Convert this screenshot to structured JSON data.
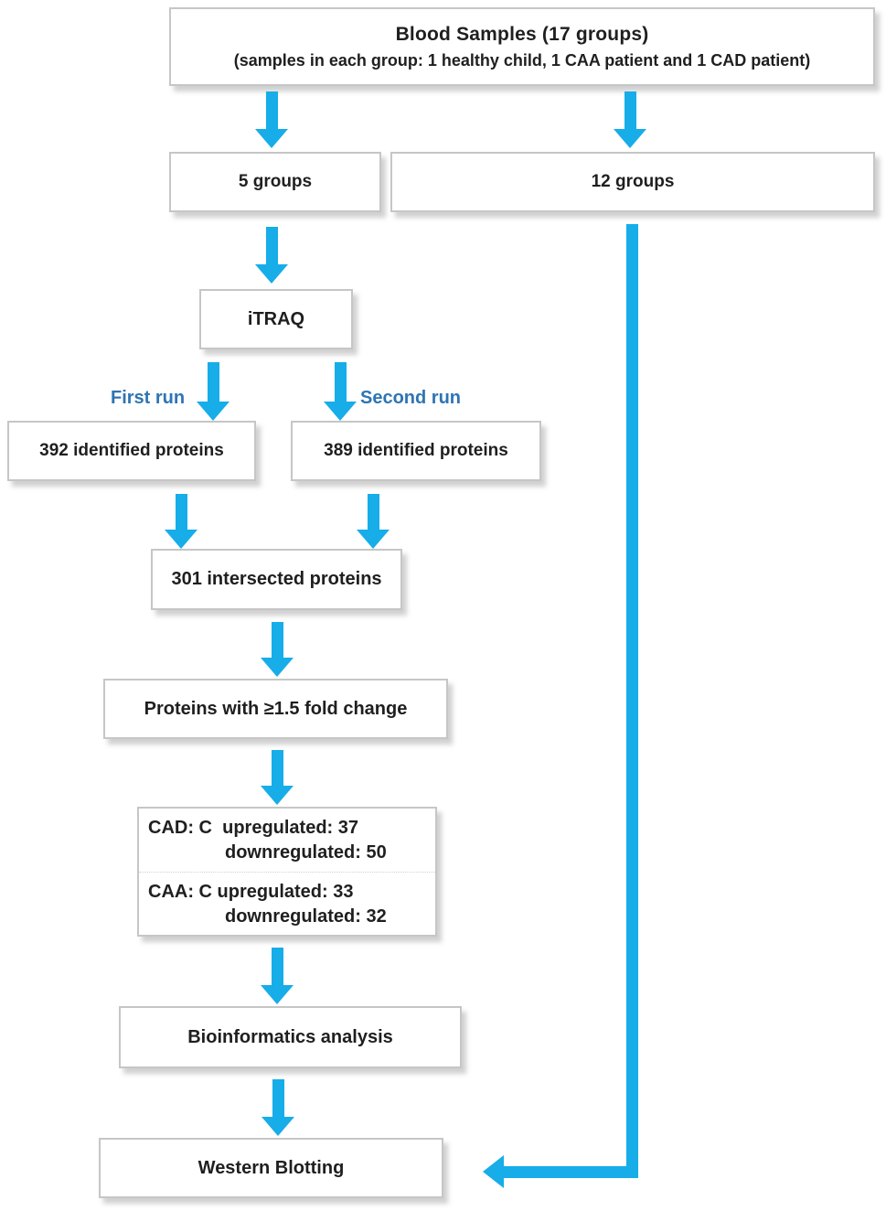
{
  "colors": {
    "arrow": "#16ADE9",
    "run_label_text": "#2E74B5",
    "box_border": "#c6c6c6",
    "text": "#1f1f1f"
  },
  "flowchart": {
    "blood_samples": {
      "title": "Blood Samples  (17 groups)",
      "subtitle": "(samples in each group: 1 healthy child, 1 CAA patient and 1 CAD patient)"
    },
    "five_groups": {
      "label": "5 groups"
    },
    "twelve_groups": {
      "label": "12 groups"
    },
    "itraq": {
      "label": "iTRAQ"
    },
    "first_run": {
      "label": "First run"
    },
    "second_run": {
      "label": "Second run"
    },
    "proteins_first_run": {
      "label": "392 identified proteins"
    },
    "proteins_second_run": {
      "label": "389 identified proteins"
    },
    "intersected": {
      "label": "301 intersected proteins"
    },
    "fold_change": {
      "label": "Proteins with ≥1.5 fold change"
    },
    "regulation": {
      "cad_line1": "CAD: C  upregulated: 37",
      "cad_line2": "downregulated: 50",
      "caa_line1": "CAA: C upregulated: 33",
      "caa_line2": "downregulated: 32"
    },
    "bioinformatics": {
      "label": "Bioinformatics analysis"
    },
    "western_blotting": {
      "label": "Western Blotting"
    }
  }
}
